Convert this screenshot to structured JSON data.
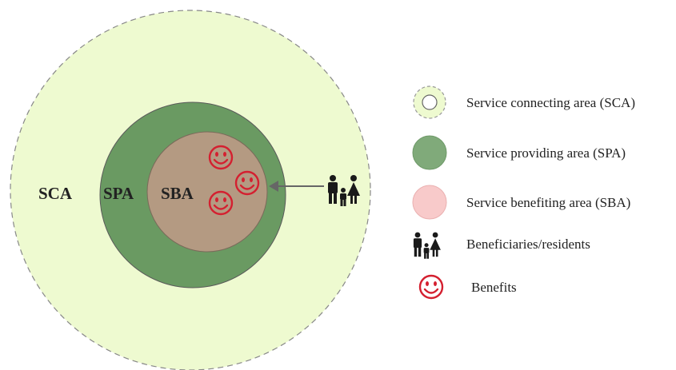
{
  "zones": {
    "sca": {
      "label": "SCA",
      "color": "#eefad0",
      "stroke": "#888888"
    },
    "spa": {
      "label": "SPA",
      "color": "#6a9a62",
      "stroke": "#5a5a5a"
    },
    "sba": {
      "label": "SBA",
      "color": "#b49a82",
      "stroke": "#7a6a5a"
    }
  },
  "colors": {
    "benefit": "#d42030",
    "people": "#1a1a1a",
    "arrow": "#666666"
  },
  "legend": {
    "items": [
      {
        "icon": "dashed-ring-icon",
        "text": "Service connecting area (SCA)",
        "color": "#eefad0"
      },
      {
        "icon": "green-circle-icon",
        "text": "Service providing area (SPA)",
        "color": "#80aa7a"
      },
      {
        "icon": "pink-circle-icon",
        "text": "Service benefiting area (SBA)",
        "color": "#f8caca"
      },
      {
        "icon": "family-icon",
        "text": "Beneficiaries/residents"
      },
      {
        "icon": "smiley-icon",
        "text": "Benefits"
      }
    ]
  }
}
